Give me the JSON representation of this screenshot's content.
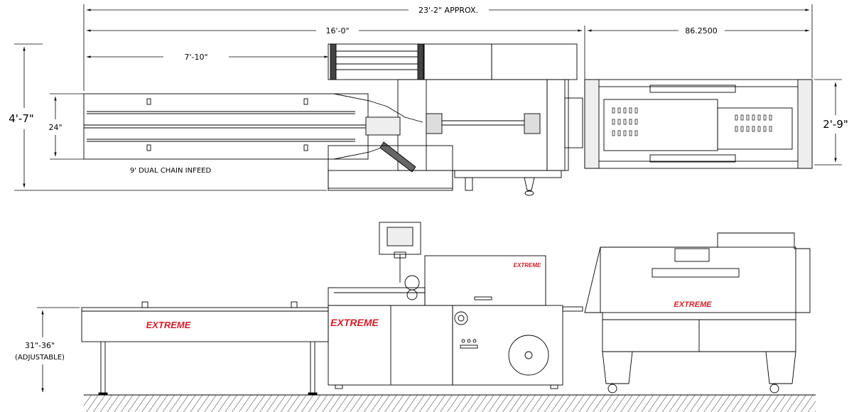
{
  "dimensions": {
    "overall_length": "23'-2\" APPROX.",
    "wrapper_length": "16'-0\"",
    "tunnel_length": "86.2500",
    "infeed_to_head": "7'-10\"",
    "overall_width": "4'-7\"",
    "infeed_width": "24\"",
    "tunnel_width": "2'-9\"",
    "infeed_height": "31\"-36\"",
    "infeed_height_note": "(ADJUSTABLE)"
  },
  "labels": {
    "infeed_caption": "9' DUAL CHAIN INFEED",
    "brand_logo": "EXTREME"
  },
  "colors": {
    "line": "#000000",
    "brand": "#d0202a"
  }
}
